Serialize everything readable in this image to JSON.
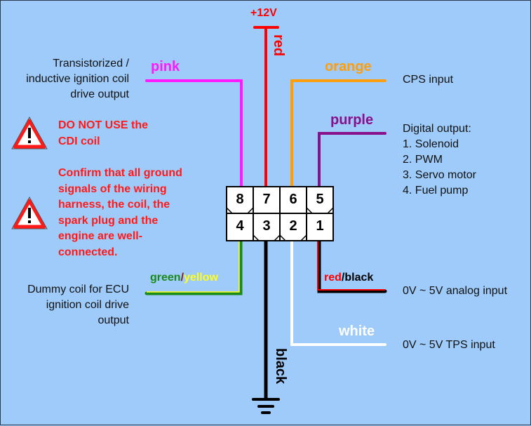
{
  "supply": {
    "label": "+12V"
  },
  "wires": [
    {
      "id": "pink",
      "label": "pink",
      "color": "#ff1aff",
      "pin": 8,
      "description": [
        "Transistorized /",
        "inductive ignition coil",
        "drive output"
      ]
    },
    {
      "id": "red",
      "label": "red",
      "color": "#ff0000",
      "pin": 7,
      "description": []
    },
    {
      "id": "orange",
      "label": "orange",
      "color": "#ff9e0d",
      "pin": 6,
      "description": [
        "CPS input"
      ]
    },
    {
      "id": "purple",
      "label": "purple",
      "color": "#8a0f8a",
      "pin": 5,
      "description": [
        "Digital output:",
        "1. Solenoid",
        "2. PWM",
        "3. Servo motor",
        "4. Fuel pump"
      ]
    },
    {
      "id": "green-yellow",
      "label_parts": [
        {
          "text": "green",
          "color": "#1a8a1a"
        },
        {
          "text": "/",
          "color": "#8a1a1a"
        },
        {
          "text": "yellow",
          "color": "#ffff1a"
        }
      ],
      "pin": 4,
      "description": [
        "Dummy coil for ECU",
        "ignition coil drive",
        "output"
      ]
    },
    {
      "id": "black",
      "label": "black",
      "color": "#000000",
      "pin": 3,
      "description": []
    },
    {
      "id": "white",
      "label": "white",
      "color": "#ffffff",
      "pin": 2,
      "description": [
        "0V ~ 5V TPS input"
      ]
    },
    {
      "id": "red-black",
      "label_parts": [
        {
          "text": "red",
          "color": "#ff0000"
        },
        {
          "text": "/black",
          "color": "#000000"
        }
      ],
      "pin": 1,
      "description": [
        "0V ~ 5V analog input"
      ]
    }
  ],
  "connector": {
    "top_row": [
      "8",
      "7",
      "6",
      "5"
    ],
    "bottom_row": [
      "4",
      "3",
      "2",
      "1"
    ]
  },
  "warnings": [
    {
      "icon": "warning-triangle-icon",
      "lines": [
        "DO NOT USE the",
        "CDI coil"
      ]
    },
    {
      "icon": "warning-triangle-icon",
      "lines": [
        "Confirm that all ground",
        "signals of the wiring",
        "harness, the coil, the",
        "spark plug and the",
        "engine are well-",
        "connected."
      ]
    }
  ],
  "ground": {
    "icon": "ground-symbol-icon"
  }
}
